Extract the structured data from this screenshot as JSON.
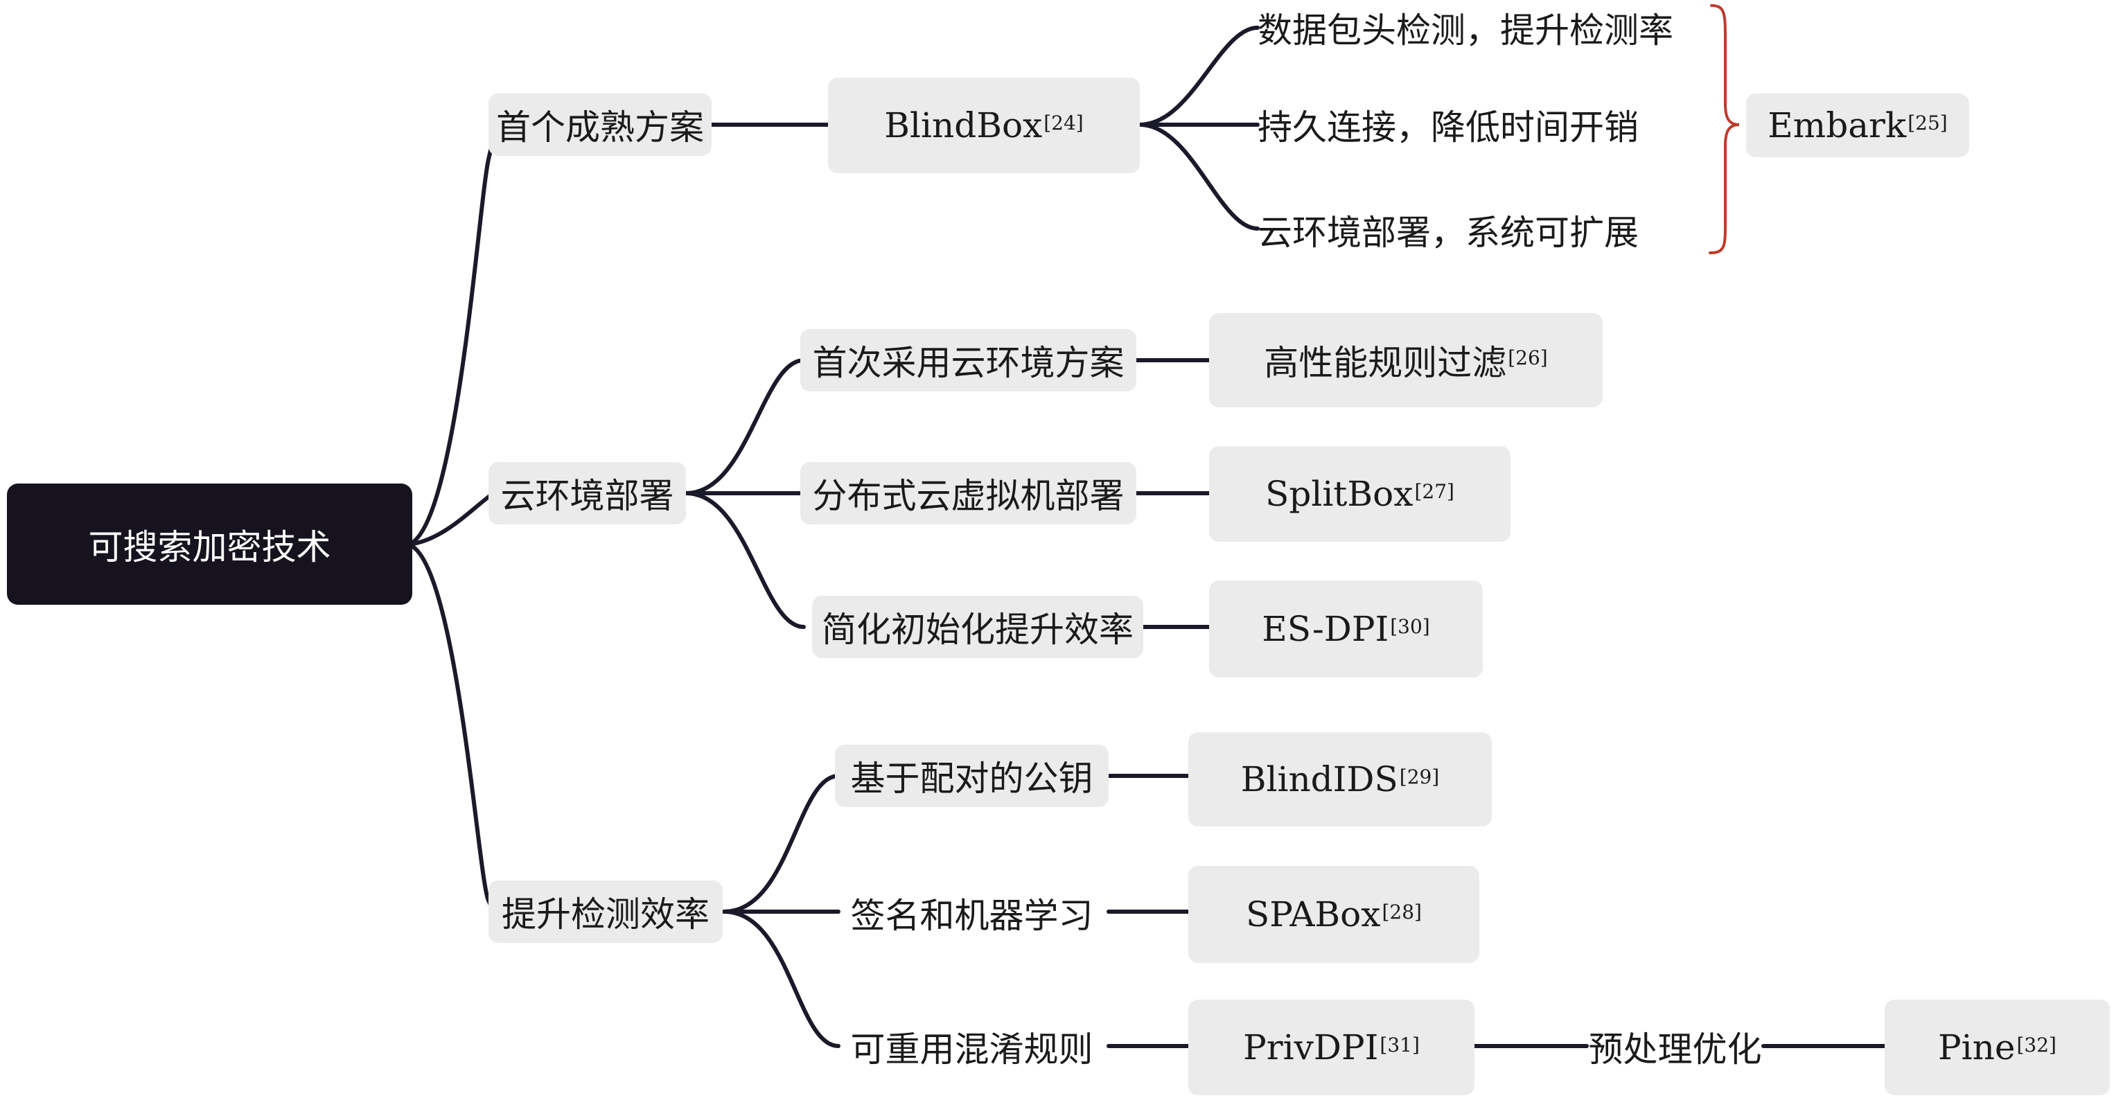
{
  "root": {
    "label": "可搜索加密技术"
  },
  "branch_first": {
    "label": "首个成熟方案"
  },
  "branch_cloud": {
    "label": "云环境部署"
  },
  "branch_perf": {
    "label": "提升检测效率"
  },
  "blindbox": {
    "label": "BlindBox",
    "ref": "[24]"
  },
  "feat_header": {
    "label": "数据包头检测，提升检测率"
  },
  "feat_persist": {
    "label": "持久连接，降低时间开销"
  },
  "feat_cloud": {
    "label": "云环境部署，系统可扩展"
  },
  "embark": {
    "label": "Embark",
    "ref": "[25]"
  },
  "cloud_first": {
    "label": "首次采用云环境方案"
  },
  "cloud_vm": {
    "label": "分布式云虚拟机部署"
  },
  "cloud_init": {
    "label": "简化初始化提升效率"
  },
  "hpf": {
    "label": "高性能规则过滤",
    "ref": "[26]"
  },
  "splitbox": {
    "label": "SplitBox",
    "ref": "[27]"
  },
  "esdpi": {
    "label": "ES-DPI",
    "ref": "[30]"
  },
  "perf_pair": {
    "label": "基于配对的公钥"
  },
  "perf_sig": {
    "label": "签名和机器学习"
  },
  "perf_obf": {
    "label": "可重用混淆规则"
  },
  "blindids": {
    "label": "BlindIDS",
    "ref": "[29]"
  },
  "spabox": {
    "label": "SPABox",
    "ref": "[28]"
  },
  "privdpi": {
    "label": "PrivDPI",
    "ref": "[31]"
  },
  "preproc": {
    "label": "预处理优化"
  },
  "pine": {
    "label": "Pine",
    "ref": "[32]"
  },
  "colors": {
    "line": "#1a1a2a",
    "brace": "#c0392b",
    "root_bg": "#16131f",
    "box_bg": "#ebebeb"
  }
}
